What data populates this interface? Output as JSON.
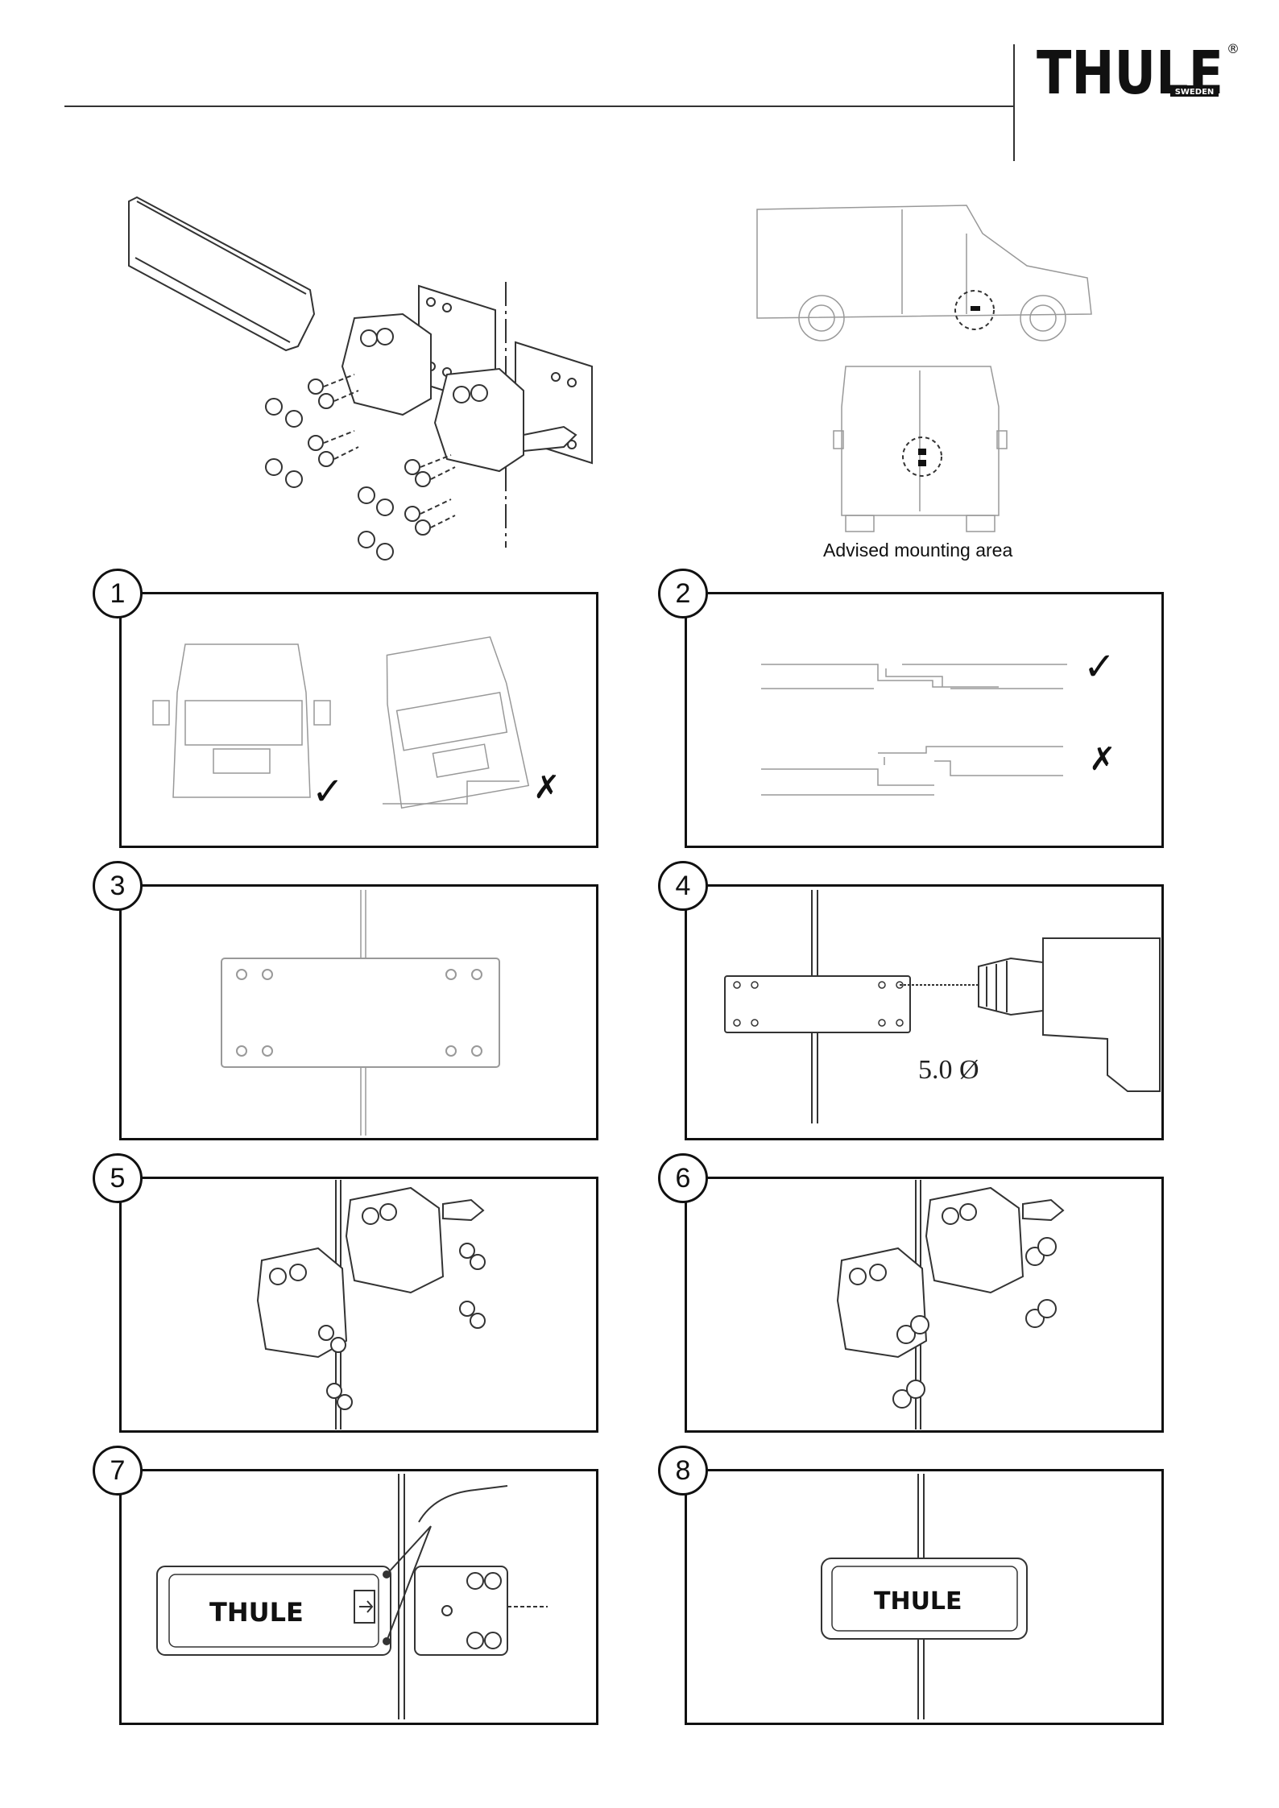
{
  "brand": {
    "name": "THULE",
    "sub": "SWEDEN",
    "registered": "®"
  },
  "mounting_caption": "Advised mounting area",
  "drill_label": "5.0 Ø",
  "steps": [
    {
      "number": "1"
    },
    {
      "number": "2"
    },
    {
      "number": "3"
    },
    {
      "number": "4"
    },
    {
      "number": "5"
    },
    {
      "number": "6"
    },
    {
      "number": "7"
    },
    {
      "number": "8"
    }
  ],
  "marks": {
    "check": "✓",
    "cross": "✗"
  },
  "colors": {
    "line": "#333333",
    "light_line": "#999999",
    "box": "#111111"
  }
}
